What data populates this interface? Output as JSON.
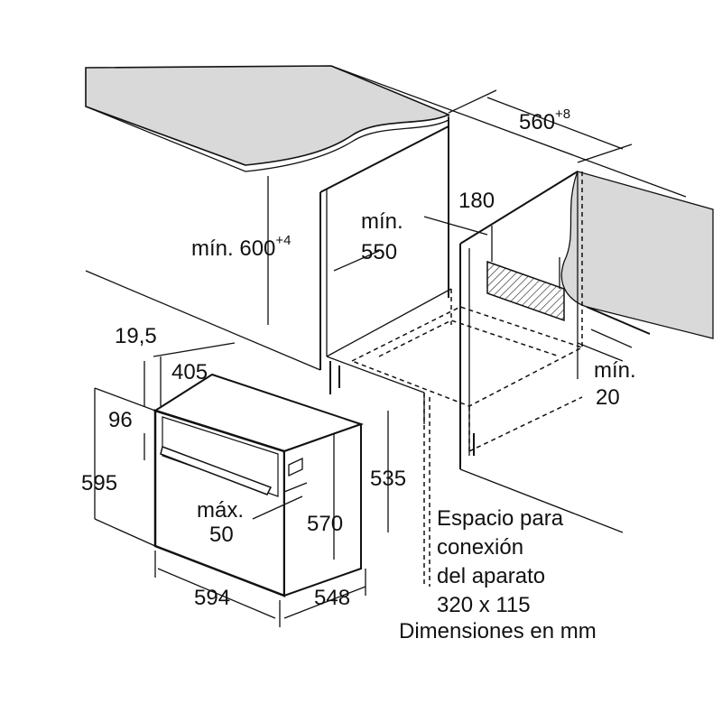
{
  "labels": {
    "width_niche": "560",
    "width_niche_tol": "+8",
    "depth_connection": "180",
    "min_depth_label": "mín.",
    "min_depth": "550",
    "min_height_label": "mín. 600",
    "min_height_tol": "+4",
    "min_gap_label": "mín.",
    "min_gap": "20",
    "door_offset": "19,5",
    "top_depth": "405",
    "top_offset": "96",
    "total_height": "595",
    "side_height": "535",
    "max_label": "máx.",
    "max_value": "50",
    "front_height": "570",
    "total_width": "594",
    "total_depth": "548"
  },
  "note": {
    "line1": "Espacio para",
    "line2": "conexión",
    "line3": "del aparato",
    "line4": "320 x 115",
    "units": "Dimensiones en mm"
  }
}
